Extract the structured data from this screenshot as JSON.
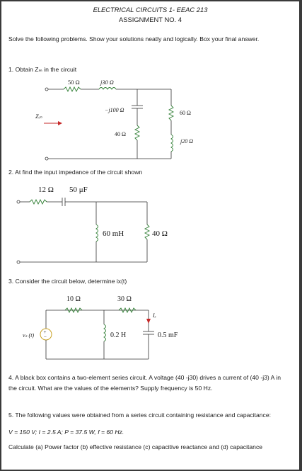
{
  "header": {
    "course": "ELECTRICAL CIRCUITS 1- EEAC 213",
    "assignment": "ASSIGNMENT NO. 4"
  },
  "instructions": "Solve the following problems. Show your solutions neatly and logically. Box your final answer.",
  "problems": [
    {
      "number": "1.",
      "text": "Obtain Zₘ in the circuit",
      "labels": {
        "r1": "50 Ω",
        "l1": "j30 Ω",
        "c1": "−j100 Ω",
        "r2": "40 Ω",
        "r3": "60 Ω",
        "l2": "j20 Ω",
        "zin": "Zᵢₙ"
      }
    },
    {
      "number": "2.",
      "text": "At find the input impedance of the circuit shown",
      "labels": {
        "r1": "12 Ω",
        "c1": "50 μF",
        "l1": "60 mH",
        "r2": "40 Ω"
      }
    },
    {
      "number": "3.",
      "text": "Consider the circuit below, determine ix(t)",
      "labels": {
        "r1": "10 Ω",
        "r2": "30 Ω",
        "ix": "Iₓ",
        "vs": "vₛ (t)",
        "l1": "0.2 H",
        "c1": "0.5 mF"
      }
    },
    {
      "number": "4.",
      "text": "A black box contains a two-element series circuit. A voltage (40 -j30) drives a current of (40 -j3) A in the circuit. What are the values of the elements? Supply frequency is 50 Hz."
    },
    {
      "number": "5.",
      "text": "The following values were obtained from a series circuit containing resistance and capacitance:",
      "values": "V = 150 V; I = 2.5 A; P = 37.5 W, f = 60 Hz.",
      "calculate": "Calculate (a) Power factor (b) effective resistance (c) capacitive reactance and (d) capacitance"
    }
  ]
}
